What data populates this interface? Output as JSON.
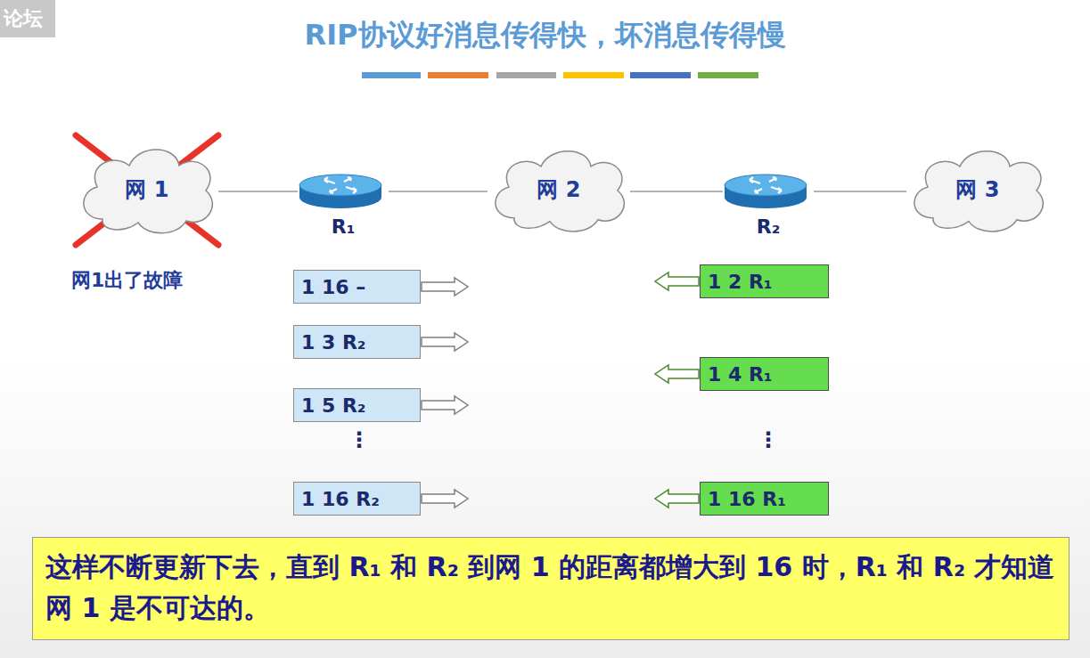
{
  "diagram": {
    "title": "RIP协议好消息传得快，坏消息传得慢",
    "caption": "这样不断更新下去，直到 R₁ 和 R₂ 到网 1 的距离都增大到 16 时，R₁ 和 R₂ 才知道网 1 是不可达的。",
    "nodes": [
      {
        "text": [
          "网 1"
        ]
      },
      {
        "text": [
          "R₁"
        ]
      },
      {
        "text": [
          "网 2"
        ]
      },
      {
        "text": [
          "R₂"
        ]
      },
      {
        "text": [
          "网 3"
        ]
      },
      {
        "text": [
          "1  16  –"
        ]
      },
      {
        "text": [
          "1  3  R₂"
        ]
      },
      {
        "text": [
          "1  5  R₂"
        ]
      },
      {
        "text": [
          "1  16  R₂"
        ]
      },
      {
        "text": [
          "1  2  R₁"
        ]
      },
      {
        "text": [
          "1  4  R₁"
        ]
      },
      {
        "text": [
          "1  16  R₁"
        ]
      }
    ],
    "edges": [
      {
        "from": 0,
        "to": 1,
        "arrow": "none"
      },
      {
        "from": 1,
        "to": 2,
        "arrow": "none"
      },
      {
        "from": 2,
        "to": 3,
        "arrow": "none"
      },
      {
        "from": 3,
        "to": 4,
        "arrow": "none"
      }
    ],
    "labels": [
      "论坛",
      "网1出了故障",
      "⋮",
      "⋮"
    ]
  }
}
